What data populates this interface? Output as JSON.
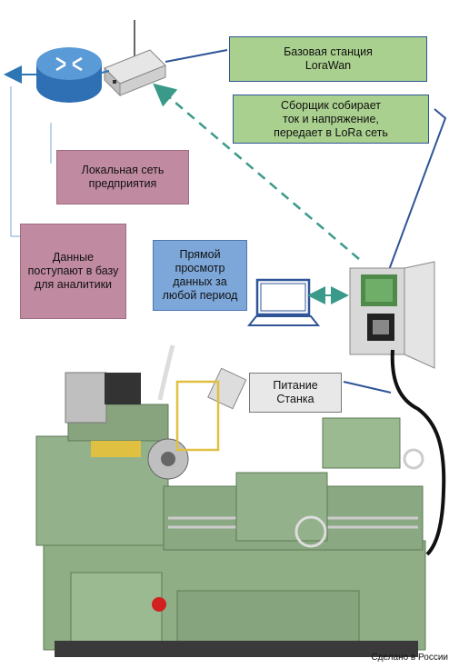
{
  "labels": {
    "base_station": "Базовая станция\nLoraWan",
    "collector": "Сборщик собирает\nток и напряжение,\nпередает в LoRa сеть",
    "local_network": "Локальная сеть\nпредприятия",
    "data_flow": "Данные\nпоступают в базу\nдля аналитики",
    "direct_view": "Прямой\nпросмотр\nданных за\nлюбой период",
    "power": "Питание\nСтанка"
  },
  "footer": "Сделано в России",
  "colors": {
    "green_box": "#a9d08e",
    "pink_box": "#c08aa0",
    "blue_box": "#7da7d9",
    "arrow_blue": "#2e75b6",
    "arrow_teal": "#3a9a8a",
    "machine_green": "#8fae86"
  }
}
